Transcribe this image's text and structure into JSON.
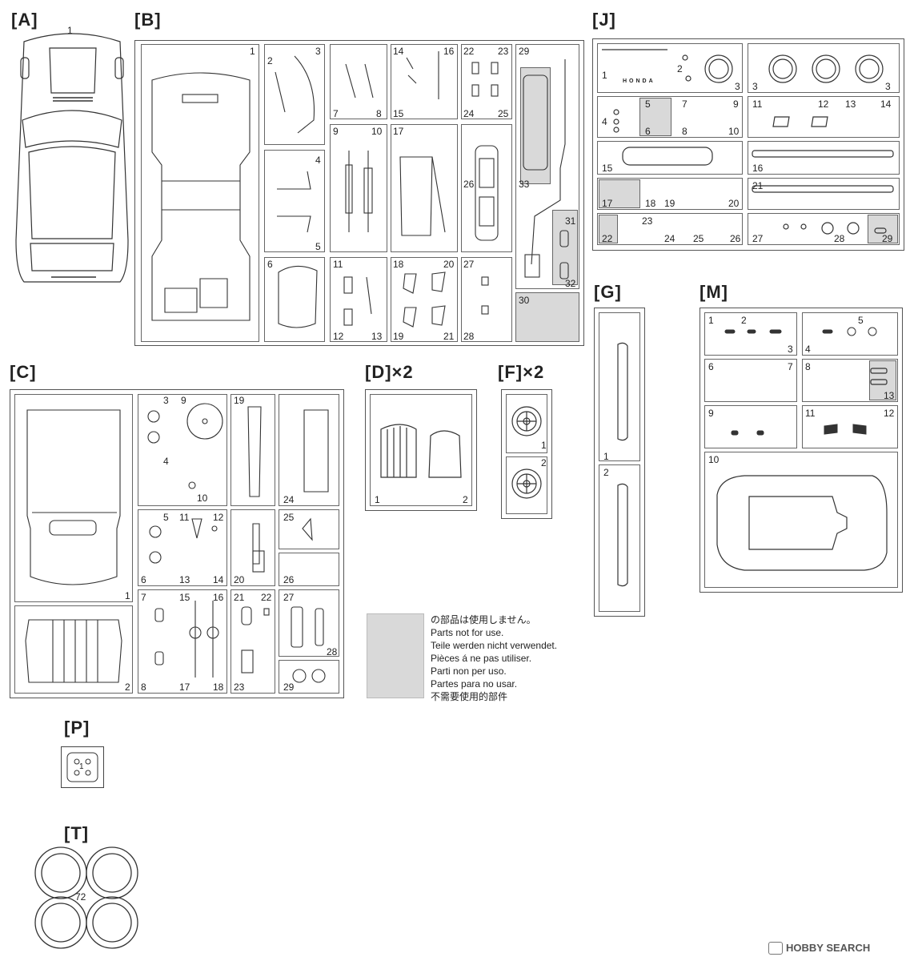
{
  "sprues": {
    "A": {
      "label": "[A]",
      "parts": [
        "1"
      ]
    },
    "B": {
      "label": "[B]",
      "parts": [
        "1",
        "2",
        "3",
        "4",
        "5",
        "6",
        "7",
        "8",
        "9",
        "10",
        "11",
        "12",
        "13",
        "14",
        "15",
        "16",
        "17",
        "18",
        "19",
        "20",
        "21",
        "22",
        "23",
        "24",
        "25",
        "26",
        "27",
        "28",
        "29",
        "30",
        "31",
        "32",
        "33"
      ]
    },
    "C": {
      "label": "[C]",
      "parts": [
        "1",
        "2",
        "3",
        "4",
        "5",
        "6",
        "7",
        "8",
        "9",
        "10",
        "11",
        "12",
        "13",
        "14",
        "15",
        "16",
        "17",
        "18",
        "19",
        "20",
        "21",
        "22",
        "23",
        "24",
        "25",
        "26",
        "27",
        "28",
        "29"
      ]
    },
    "D": {
      "label": "[D]×2",
      "parts": [
        "1",
        "2"
      ]
    },
    "F": {
      "label": "[F]×2",
      "parts": [
        "1",
        "2"
      ]
    },
    "G": {
      "label": "[G]",
      "parts": [
        "1",
        "2"
      ]
    },
    "J": {
      "label": "[J]",
      "parts": [
        "1",
        "2",
        "3",
        "4",
        "5",
        "6",
        "7",
        "8",
        "9",
        "10",
        "11",
        "12",
        "13",
        "14",
        "15",
        "16",
        "17",
        "18",
        "19",
        "20",
        "21",
        "22",
        "23",
        "24",
        "25",
        "26",
        "27",
        "28",
        "29"
      ],
      "brand_text": "HONDA"
    },
    "M": {
      "label": "[M]",
      "parts": [
        "1",
        "2",
        "3",
        "4",
        "5",
        "6",
        "7",
        "8",
        "9",
        "10",
        "11",
        "12",
        "13"
      ]
    },
    "P": {
      "label": "[P]",
      "parts": [
        "1"
      ]
    },
    "T": {
      "label": "[T]",
      "parts": [
        "72"
      ]
    }
  },
  "legend": {
    "swatch_color": "#d9d9d9",
    "lines": [
      "の部品は使用しません。",
      "Parts not for use.",
      "Teile werden nicht verwendet.",
      "Pièces á ne pas utiliser.",
      "Parti non per uso.",
      "Partes para no usar.",
      "不需要使用的部件"
    ]
  },
  "watermark": {
    "text": "HOBBY SEARCH",
    "icon": "hobby-search-logo-icon"
  }
}
